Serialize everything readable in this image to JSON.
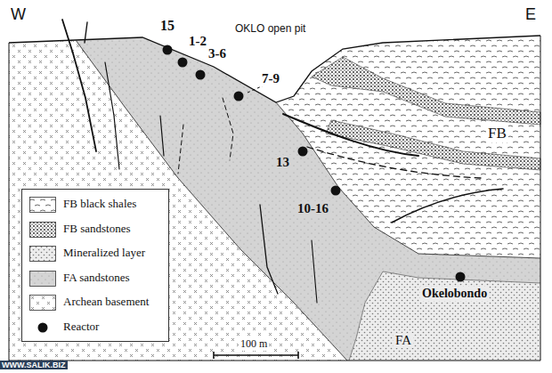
{
  "diagram": {
    "labels": [
      "W",
      "15",
      "1-2",
      "OKLO open pit",
      "E",
      "3-6",
      "7-9",
      "FB",
      "13",
      "10-16",
      "Okelobondo",
      "FA",
      "100 m",
      "WWW.SALIK.BIZ"
    ],
    "legend": [
      {
        "text": "FB black shales"
      },
      {
        "text": "FB sandstones"
      },
      {
        "text": "Mineralized layer"
      },
      {
        "text": "FA sandstones"
      },
      {
        "text": "Archean basement"
      },
      {
        "text": "Reactor"
      }
    ]
  }
}
